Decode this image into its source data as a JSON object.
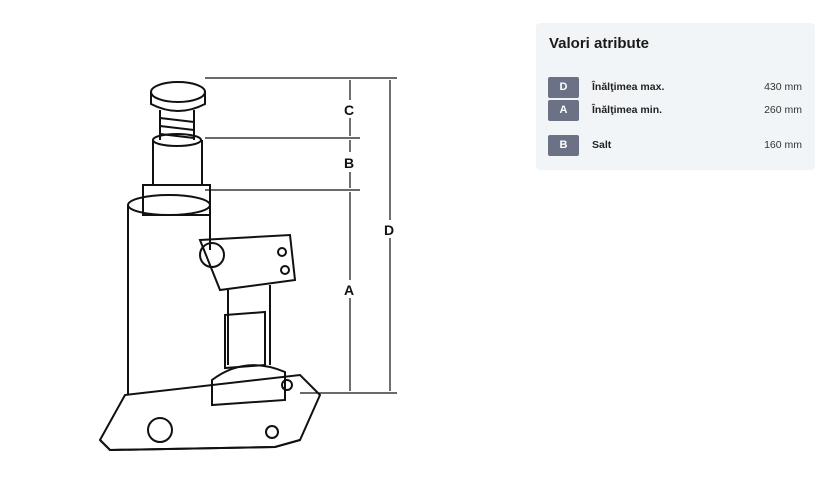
{
  "diagram": {
    "labels": {
      "c": "C",
      "b": "B",
      "a": "A",
      "d": "D"
    }
  },
  "panel": {
    "title": "Valori atribute",
    "rows": [
      {
        "code": "D",
        "label": "Înălţimea max.",
        "value": "430 mm"
      },
      {
        "code": "A",
        "label": "Înălţimea min.",
        "value": "260 mm"
      },
      {
        "code": "B",
        "label": "Salt",
        "value": "160 mm"
      }
    ]
  }
}
